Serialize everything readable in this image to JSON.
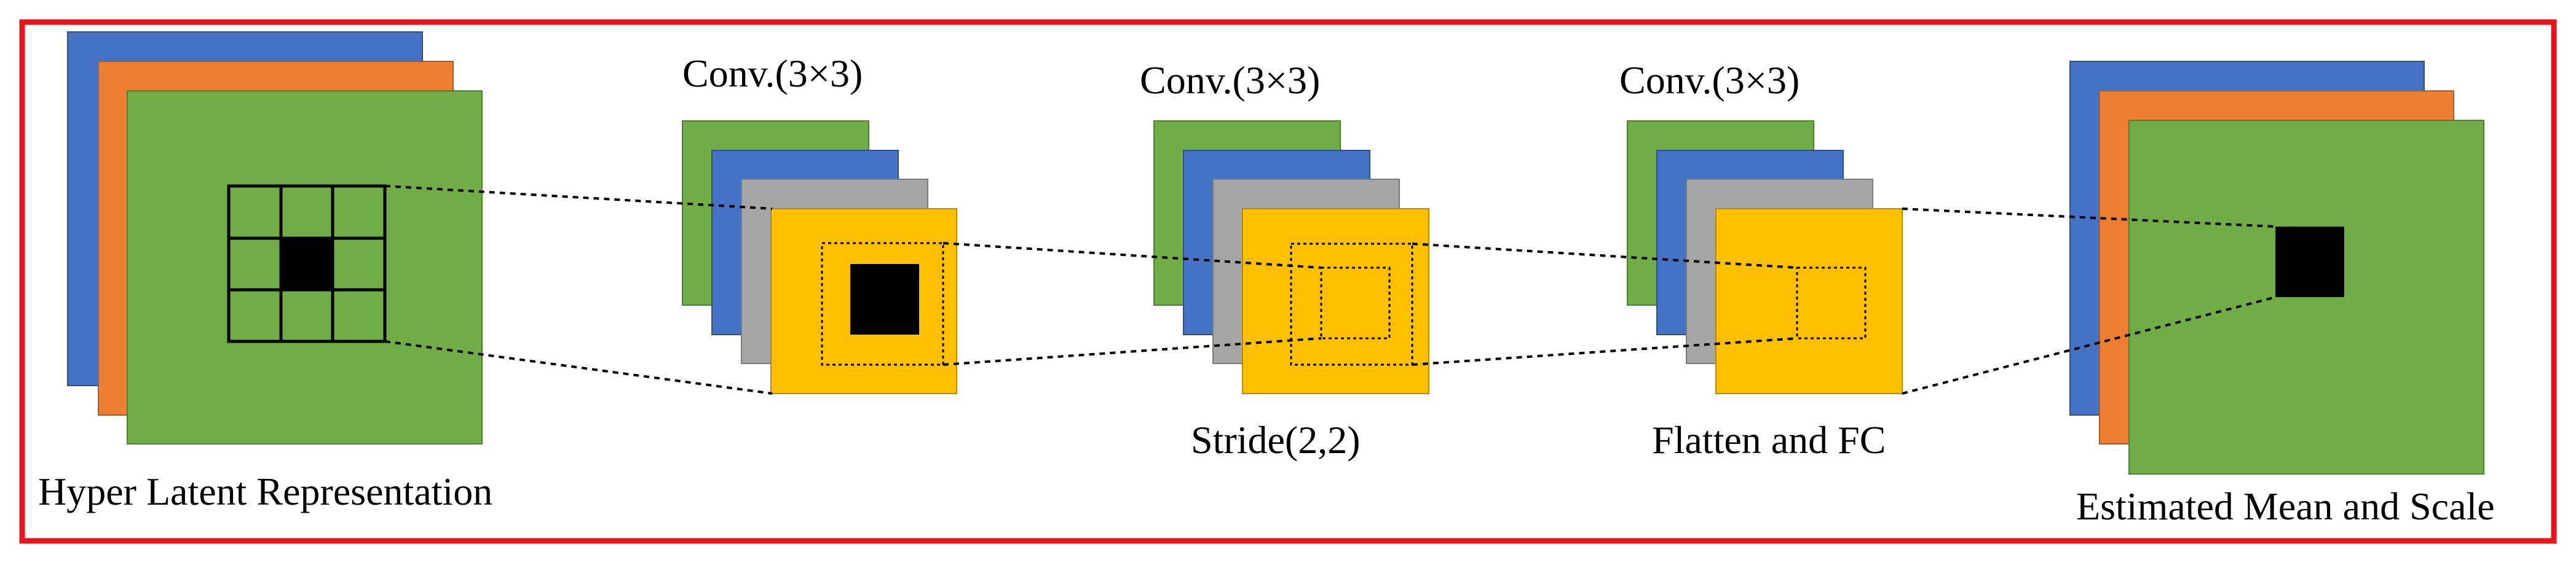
{
  "labels": {
    "input": "Hyper Latent Representation",
    "conv1": "Conv.(3×3)",
    "conv2": "Conv.(3×3)",
    "conv3": "Conv.(3×3)",
    "stride": "Stride(2,2)",
    "flatten": "Flatten and FC",
    "output": "Estimated Mean and Scale"
  },
  "colors": {
    "border": "#e8141b",
    "blue": "#4472c4",
    "orange": "#ed7d31",
    "green": "#70ad47",
    "gray": "#a5a5a5",
    "yellow": "#ffc000",
    "black": "#000000"
  }
}
